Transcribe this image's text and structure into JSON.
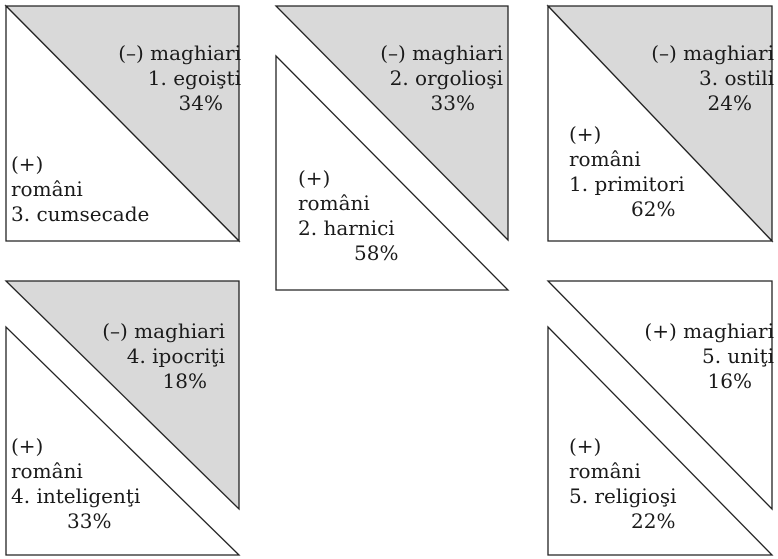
{
  "colors": {
    "shade": "#d9d9d9",
    "stroke": "#222222",
    "text": "#1a1a1a"
  },
  "panels": [
    {
      "top": {
        "shaded": true,
        "group": "(–) maghiari",
        "trait": "1. egoişti",
        "percent": "34%"
      },
      "bottom": {
        "shaded": false,
        "group1": "(+)",
        "group2": "români",
        "trait": "3. cumsecade",
        "percent": ""
      }
    },
    {
      "top": {
        "shaded": true,
        "group": "(–) maghiari",
        "trait": "2. orgolioşi",
        "percent": "33%"
      },
      "bottom": {
        "shaded": false,
        "group1": "(+)",
        "group2": "români",
        "trait": "2. harnici",
        "percent": "58%"
      }
    },
    {
      "top": {
        "shaded": true,
        "group": "(–) maghiari",
        "trait": "3. ostili",
        "percent": "24%"
      },
      "bottom": {
        "shaded": false,
        "group1": "(+)",
        "group2": "români",
        "trait": "1. primitori",
        "percent": "62%"
      }
    },
    {
      "top": {
        "shaded": true,
        "group": "(–) maghiari",
        "trait": "4. ipocriţi",
        "percent": "18%"
      },
      "bottom": {
        "shaded": false,
        "group1": "(+)",
        "group2": "români",
        "trait": "4. inteligenţi",
        "percent": "33%"
      }
    },
    {
      "top": {
        "shaded": false,
        "group": "(+) maghiari",
        "trait": "5. uniţi",
        "percent": "16%"
      },
      "bottom": {
        "shaded": false,
        "group1": "(+)",
        "group2": "români",
        "trait": "5. religioşi",
        "percent": "22%"
      }
    }
  ]
}
